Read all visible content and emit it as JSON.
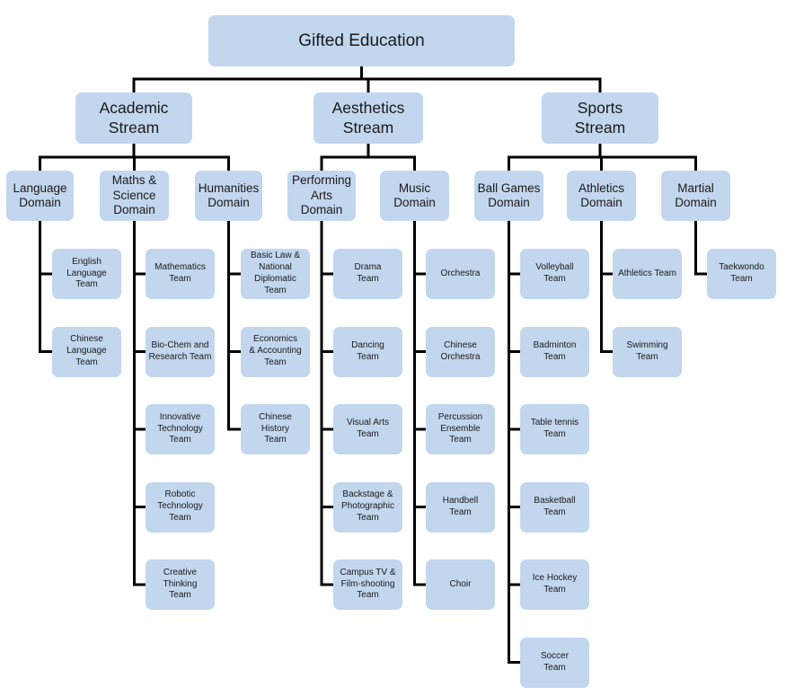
{
  "diagram": {
    "title": "Gifted Education",
    "streams": [
      {
        "label": "Academic\nStream",
        "domains": [
          {
            "label": "Language\nDomain",
            "teams": [
              "English\nLanguage\nTeam",
              "Chinese\nLanguage\nTeam"
            ]
          },
          {
            "label": "Maths &\nScience\nDomain",
            "teams": [
              "Mathematics\nTeam",
              "Bio-Chem and\nResearch Team",
              "Innovative\nTechnology\nTeam",
              "Robotic\nTechnology\nTeam",
              "Creative\nThinking\nTeam"
            ]
          },
          {
            "label": "Humanities\nDomain",
            "teams": [
              "Basic Law &\nNational\nDiplomatic\nTeam",
              "Economics\n& Accounting\nTeam",
              "Chinese\nHistory\nTeam"
            ]
          }
        ]
      },
      {
        "label": "Aesthetics\nStream",
        "domains": [
          {
            "label": "Performing\nArts\nDomain",
            "teams": [
              "Drama\nTeam",
              "Dancing\nTeam",
              "Visual Arts\nTeam",
              "Backstage &\nPhotographic\nTeam",
              "Campus TV &\nFilm-shooting\nTeam"
            ]
          },
          {
            "label": "Music\nDomain",
            "teams": [
              "Orchestra",
              "Chinese\nOrchestra",
              "Percussion\nEnsemble\nTeam",
              "Handbell\nTeam",
              "Choir"
            ]
          }
        ]
      },
      {
        "label": "Sports\nStream",
        "domains": [
          {
            "label": "Ball Games\nDomain",
            "teams": [
              "Volleyball\nTeam",
              "Badminton\nTeam",
              "Table tennis\nTeam",
              "Basketball\nTeam",
              "Ice Hockey\nTeam",
              "Soccer\nTeam"
            ]
          },
          {
            "label": "Athletics\nDomain",
            "teams": [
              "Athletics Team",
              "Swimming\nTeam"
            ]
          },
          {
            "label": "Martial\nDomain",
            "teams": [
              "Taekwondo\nTeam"
            ]
          }
        ]
      }
    ]
  },
  "colors": {
    "box_fill": "#c2d6ee",
    "connector": "#000000",
    "text": "#1a1a1a"
  }
}
